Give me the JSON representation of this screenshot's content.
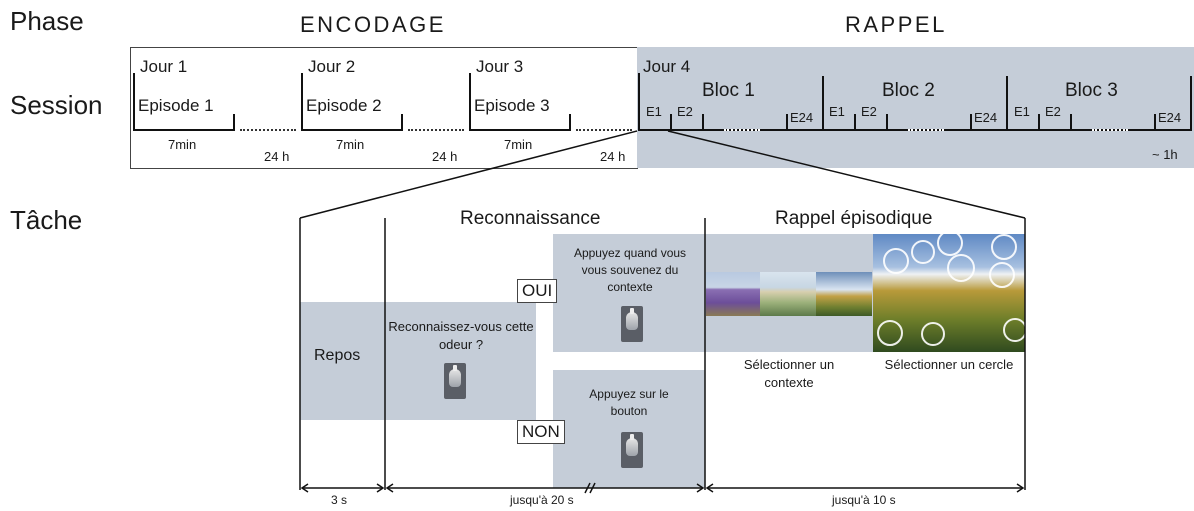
{
  "labels": {
    "phase": "Phase",
    "session": "Session",
    "task": "Tâche"
  },
  "phases": {
    "encoding": "ENCODAGE",
    "recall": "RAPPEL"
  },
  "days": [
    "Jour 1",
    "Jour 2",
    "Jour 3",
    "Jour 4"
  ],
  "episodes": [
    "Episode 1",
    "Episode 2",
    "Episode 3"
  ],
  "durations": {
    "episode": "7min",
    "gap": "24 h",
    "recall_total": "~ 1h"
  },
  "blocks": [
    "Bloc 1",
    "Bloc 2",
    "Bloc 3"
  ],
  "trials": {
    "e1": "E1",
    "e2": "E2",
    "e24": "E24"
  },
  "task": {
    "recognition_title": "Reconnaissance",
    "episodic_title": "Rappel épisodique",
    "rest": "Repos",
    "question": "Reconnaissez-vous cette odeur ?",
    "yes": "OUI",
    "no": "NON",
    "yes_instruction": "Appuyez quand vous vous souvenez du contexte",
    "no_instruction": "Appuyez sur le bouton",
    "select_context": "Sélectionner un contexte",
    "select_circle": "Sélectionner un cercle",
    "time_rest": "3 s",
    "time_recognition": "jusqu'à 20 s",
    "time_recall": "jusqu'à 10 s"
  },
  "colors": {
    "shade": "#c5cdd8",
    "line": "#111111"
  },
  "icons": [
    "push-button-icon"
  ]
}
